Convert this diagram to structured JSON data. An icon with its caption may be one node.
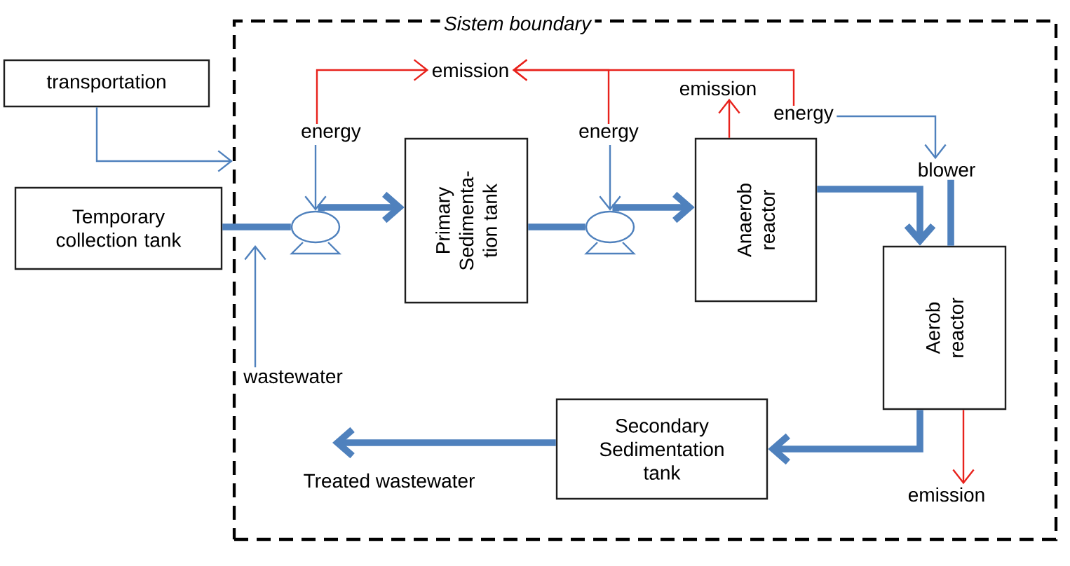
{
  "diagram": {
    "nodes": [
      {
        "text": [
          "transportation"
        ]
      },
      {
        "text": [
          "Temporary collection tank"
        ]
      },
      {
        "text": [
          "Sistem boundary"
        ]
      },
      {
        "text": [
          "emission"
        ],
        "in": 2
      },
      {
        "text": [
          "energy"
        ],
        "in": 2
      },
      {
        "text": [
          "energy"
        ],
        "in": 2
      },
      {
        "text": [
          "emission"
        ],
        "in": 2
      },
      {
        "text": [
          "energy"
        ],
        "in": 2
      },
      {
        "text": [],
        "shape": "pump",
        "in": 2
      },
      {
        "text": [
          "Primary Sedimenta- tion tank"
        ],
        "in": 2
      },
      {
        "text": [],
        "shape": "pump",
        "in": 2
      },
      {
        "text": [
          "Anaerob reactor"
        ],
        "in": 2
      },
      {
        "text": [
          "blower"
        ],
        "in": 2
      },
      {
        "text": [
          "Aerob reactor"
        ],
        "in": 2
      },
      {
        "text": [
          "wastewater"
        ],
        "in": 2
      },
      {
        "text": [
          "Secondary Sedimentation tank"
        ],
        "in": 2
      },
      {
        "text": [
          "emission"
        ],
        "in": 2
      }
    ],
    "edges": [
      {
        "from": 0,
        "to": 2,
        "arrow": "to"
      },
      {
        "from": 1,
        "to": 8,
        "arrow": "none",
        "style": "thick"
      },
      {
        "from": 14,
        "to": null,
        "arrow": "to"
      },
      {
        "from": 4,
        "to": 8,
        "arrow": "to"
      },
      {
        "from": 4,
        "to": 3,
        "arrow": "to",
        "color": "#e8221c"
      },
      {
        "from": 5,
        "to": 3,
        "arrow": "to",
        "color": "#e8221c"
      },
      {
        "from": 7,
        "to": 3,
        "arrow": "to",
        "color": "#e8221c"
      },
      {
        "from": 8,
        "to": 9,
        "arrow": "to",
        "style": "thick"
      },
      {
        "from": 9,
        "to": 10,
        "arrow": "none",
        "style": "thick"
      },
      {
        "from": 5,
        "to": 10,
        "arrow": "to"
      },
      {
        "from": 10,
        "to": 11,
        "arrow": "to",
        "style": "thick"
      },
      {
        "from": 11,
        "to": 6,
        "arrow": "to",
        "color": "#e8221c"
      },
      {
        "from": 7,
        "to": 12,
        "arrow": "to"
      },
      {
        "from": 11,
        "to": 13,
        "arrow": "to",
        "style": "thick"
      },
      {
        "from": 12,
        "to": 13,
        "arrow": "none",
        "style": "thick"
      },
      {
        "from": 13,
        "to": 16,
        "arrow": "to",
        "color": "#e8221c"
      },
      {
        "from": 13,
        "to": 15,
        "arrow": "to",
        "style": "thick"
      },
      {
        "from": 15,
        "to": null,
        "arrow": "to",
        "style": "thick",
        "label": "Treated wastewater"
      }
    ]
  }
}
